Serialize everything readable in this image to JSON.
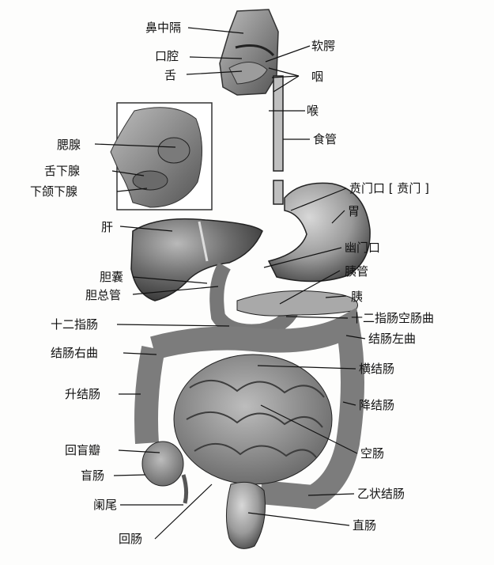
{
  "figure": {
    "labels": {
      "nasal_septum": "鼻中隔",
      "oral_cavity": "口腔",
      "tongue": "舌",
      "soft_palate": "软腭",
      "pharynx": "咽",
      "larynx": "喉",
      "esophagus": "食管",
      "parotid_gland": "腮腺",
      "sublingual_gland": "舌下腺",
      "submandibular_gland": "下颌下腺",
      "cardia": "贲门口 [ 贲门 ]",
      "stomach": "胃",
      "liver": "肝",
      "pylorus": "幽门口",
      "gallbladder": "胆囊",
      "pancreatic_duct": "胰管",
      "common_bile_duct": "胆总管",
      "pancreas": "胰",
      "duodenum": "十二指肠",
      "duodenojejunal_flexure": "十二指肠空肠曲",
      "left_colic_flexure": "结肠左曲",
      "right_colic_flexure": "结肠右曲",
      "transverse_colon": "横结肠",
      "ascending_colon": "升结肠",
      "descending_colon": "降结肠",
      "ileocecal_valve": "回盲瓣",
      "jejunum": "空肠",
      "cecum": "盲肠",
      "appendix": "阑尾",
      "sigmoid_colon": "乙状结肠",
      "rectum": "直肠",
      "ileum": "回肠"
    }
  }
}
